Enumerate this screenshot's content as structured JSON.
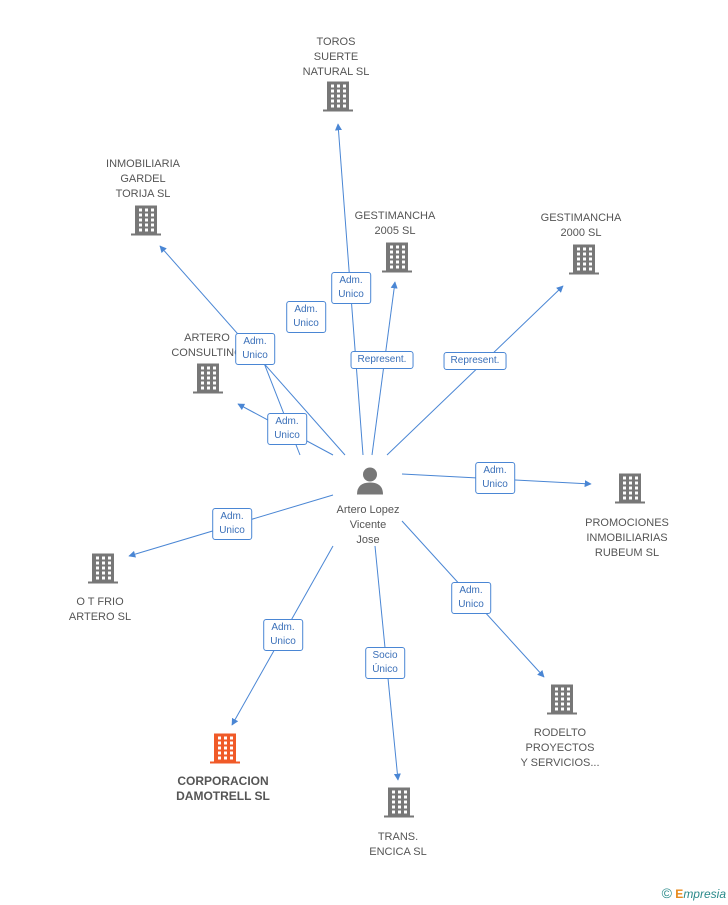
{
  "center": {
    "name": [
      "Artero Lopez",
      "Vicente",
      "Jose"
    ]
  },
  "companies": [
    {
      "id": "toros",
      "lines": [
        "TOROS",
        "SUERTE",
        "NATURAL SL"
      ],
      "highlight": false
    },
    {
      "id": "gardel",
      "lines": [
        "INMOBILIARIA",
        "GARDEL",
        "TORIJA  SL"
      ],
      "highlight": false
    },
    {
      "id": "gest2005",
      "lines": [
        "GESTIMANCHA",
        "2005 SL"
      ],
      "highlight": false
    },
    {
      "id": "gest2000",
      "lines": [
        "GESTIMANCHA",
        "2000 SL"
      ],
      "highlight": false
    },
    {
      "id": "artero-consulting",
      "lines": [
        "ARTERO",
        "CONSULTING"
      ],
      "highlight": false
    },
    {
      "id": "rubeum",
      "lines": [
        "PROMOCIONES",
        "INMOBILIARIAS",
        "RUBEUM SL"
      ],
      "highlight": false
    },
    {
      "id": "otfrio",
      "lines": [
        "O T FRIO",
        "ARTERO SL"
      ],
      "highlight": false
    },
    {
      "id": "rodelto",
      "lines": [
        "RODELTO",
        "PROYECTOS",
        "Y SERVICIOS..."
      ],
      "highlight": false
    },
    {
      "id": "damotrell",
      "lines": [
        "CORPORACION",
        "DAMOTRELL SL"
      ],
      "highlight": true
    },
    {
      "id": "encica",
      "lines": [
        "TRANS.",
        "ENCICA SL"
      ],
      "highlight": false
    }
  ],
  "relations": [
    {
      "target": "toros",
      "lines": [
        "Adm.",
        "Unico"
      ]
    },
    {
      "target": "gardel",
      "lines": [
        "Adm.",
        "Unico"
      ]
    },
    {
      "target": "gest2005",
      "lines": [
        "Represent."
      ]
    },
    {
      "target": "gest2000",
      "lines": [
        "Represent."
      ]
    },
    {
      "target": "artero-consulting",
      "lines": [
        "Adm.",
        "Unico"
      ]
    },
    {
      "target": "artero-consulting-2",
      "lines": [
        "Adm.",
        "Unico"
      ]
    },
    {
      "target": "rubeum",
      "lines": [
        "Adm.",
        "Unico"
      ]
    },
    {
      "target": "otfrio",
      "lines": [
        "Adm.",
        "Unico"
      ]
    },
    {
      "target": "rodelto",
      "lines": [
        "Adm.",
        "Unico"
      ]
    },
    {
      "target": "damotrell",
      "lines": [
        "Adm.",
        "Unico"
      ]
    },
    {
      "target": "encica",
      "lines": [
        "Socio",
        "Único"
      ]
    }
  ],
  "colors": {
    "edge": "#4a86d4",
    "building": "#777777",
    "building_highlight": "#f05a28",
    "person": "#777777"
  },
  "footer": {
    "copyright": "©",
    "brand_first": "E",
    "brand_rest": "mpresia"
  }
}
